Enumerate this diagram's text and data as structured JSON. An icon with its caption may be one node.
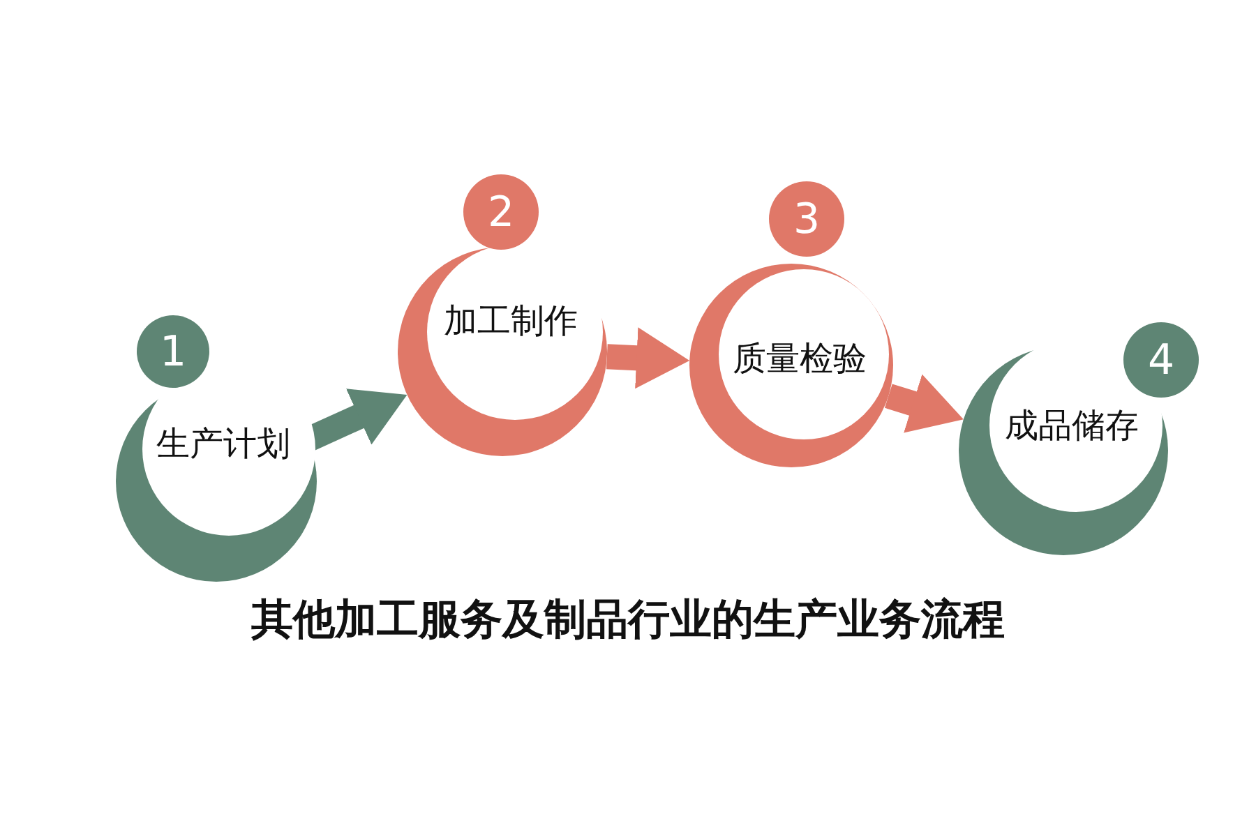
{
  "diagram": {
    "caption": "其他加工服务及制品行业的生产业务流程",
    "nodes": [
      {
        "text": [
          "生产计划"
        ]
      },
      {
        "text": [
          "加工制作"
        ]
      },
      {
        "text": [
          "质量检验"
        ]
      },
      {
        "text": [
          "成品储存"
        ]
      },
      {
        "text": [
          "1"
        ]
      },
      {
        "text": [
          "2"
        ]
      },
      {
        "text": [
          "3"
        ]
      },
      {
        "text": [
          "4"
        ]
      }
    ],
    "edges": [
      {
        "from": 0,
        "to": 1,
        "arrow": "to",
        "color": "#5e8574"
      },
      {
        "from": 1,
        "to": 2,
        "arrow": "to"
      },
      {
        "from": 2,
        "to": 3,
        "arrow": "to"
      }
    ]
  }
}
